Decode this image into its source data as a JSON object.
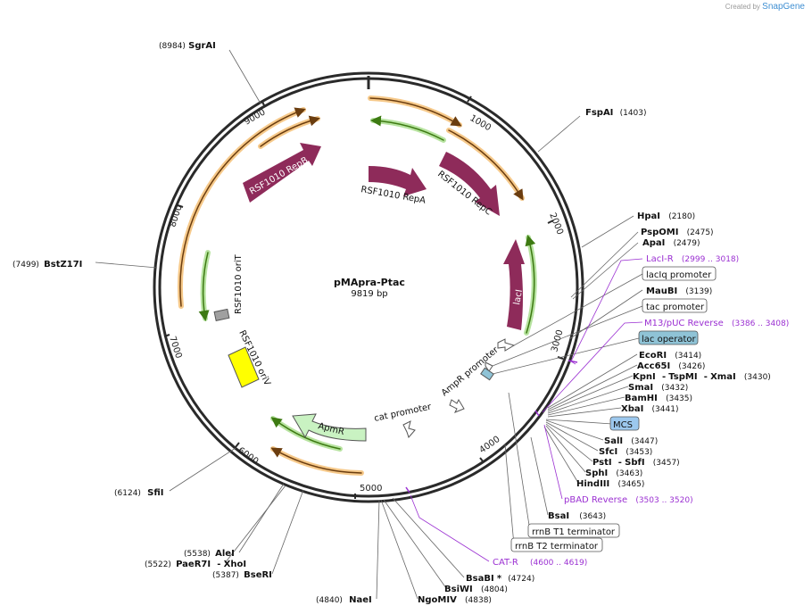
{
  "watermark": {
    "prefix": "Created by",
    "brand": "SnapGene"
  },
  "plasmid": {
    "name": "pMApra-Ptac",
    "length_label": "9819 bp",
    "length": 9819
  },
  "ticks": [
    "1000",
    "2000",
    "3000",
    "4000",
    "5000",
    "6000",
    "7000",
    "8000",
    "9000"
  ],
  "features": {
    "rsf1010_repb": "RSF1010 RepB",
    "rsf1010_repa": "RSF1010 RepA",
    "rsf1010_repc": "RSF1010 RepC",
    "laci": "lacI",
    "rsf1010_orit": "RSF1010 oriT",
    "rsf1010_oriv": "RSF1010 oriV",
    "ampr_promoter": "AmpR promoter",
    "cat_promoter": "cat promoter",
    "apmr": "ApmR"
  },
  "sites": {
    "sgrai": {
      "name": "SgrAI",
      "pos": "(8984)"
    },
    "fspai": {
      "name": "FspAI",
      "pos": "(1403)"
    },
    "bstz17i": {
      "name": "BstZ17I",
      "pos": "(7499)"
    },
    "hpai": {
      "name": "HpaI",
      "pos": "(2180)"
    },
    "pspomi": {
      "name": "PspOMI",
      "pos": "(2475)"
    },
    "apai": {
      "name": "ApaI",
      "pos": "(2479)"
    },
    "laci_r": {
      "name": "LacI-R",
      "pos": "(2999 .. 3018)"
    },
    "laciq_promoter": {
      "name": "lacIq promoter"
    },
    "maubi": {
      "name": "MauBI",
      "pos": "(3139)"
    },
    "tac_promoter": {
      "name": "tac promoter"
    },
    "m13_puc_reverse": {
      "name": "M13/pUC Reverse",
      "pos": "(3386 .. 3408)"
    },
    "lac_operator": {
      "name": "lac operator"
    },
    "ecori": {
      "name": "EcoRI",
      "pos": "(3414)"
    },
    "acc65i": {
      "name": "Acc65I",
      "pos": "(3426)"
    },
    "kpni": {
      "name": "KpnI",
      "sep1": "-",
      "name2": "TspMI",
      "sep2": "-",
      "name3": "XmaI",
      "pos": "(3430)"
    },
    "smai": {
      "name": "SmaI",
      "pos": "(3432)"
    },
    "bamhi": {
      "name": "BamHI",
      "pos": "(3435)"
    },
    "xbai": {
      "name": "XbaI",
      "pos": "(3441)"
    },
    "mcs": {
      "name": "MCS"
    },
    "sali": {
      "name": "SalI",
      "pos": "(3447)"
    },
    "sfci": {
      "name": "SfcI",
      "pos": "(3453)"
    },
    "psti": {
      "name": "PstI",
      "sep": "-",
      "name2": "SbfI",
      "pos": "(3457)"
    },
    "sphi": {
      "name": "SphI",
      "pos": "(3463)"
    },
    "hindiii": {
      "name": "HindIII",
      "pos": "(3465)"
    },
    "pbad_reverse": {
      "name": "pBAD Reverse",
      "pos": "(3503 .. 3520)"
    },
    "bsai": {
      "name": "BsaI",
      "pos": "(3643)"
    },
    "rrnb_t1": {
      "name": "rrnB T1 terminator"
    },
    "rrnb_t2": {
      "name": "rrnB T2 terminator"
    },
    "cat_r": {
      "name": "CAT-R",
      "pos": "(4600 .. 4619)"
    },
    "bsabi": {
      "name": "BsaBI",
      "mark": "*",
      "pos": "(4724)"
    },
    "bsiwi": {
      "name": "BsiWI",
      "pos": "(4804)"
    },
    "ngomiv": {
      "name": "NgoMIV",
      "pos": "(4838)"
    },
    "naei": {
      "name": "NaeI",
      "pos": "(4840)"
    },
    "alei": {
      "name": "AleI",
      "pos": "(5538)"
    },
    "paer7i": {
      "name": "PaeR7I",
      "sep": "-",
      "name2": "XhoI",
      "pos": "(5522)"
    },
    "bseri": {
      "name": "BseRI",
      "pos": "(5387)"
    },
    "sfii": {
      "name": "SfiI",
      "pos": "(6124)"
    }
  },
  "colors": {
    "backbone": "#2a2a2a",
    "cds": "#8e2b5a",
    "orange_glow": "#f6c98a",
    "orange_arrow": "#6b3d0f",
    "green_glow": "#b7e3a0",
    "green_arrow": "#3d7a12",
    "primer": "#9b30d2",
    "ori_yellow": "#ffff00",
    "promoter": "#ffffff",
    "lac_operator": "#8fc3d6",
    "mcs_fill": "#9cc8ee",
    "apmr_fill": "#c9f2c2"
  }
}
